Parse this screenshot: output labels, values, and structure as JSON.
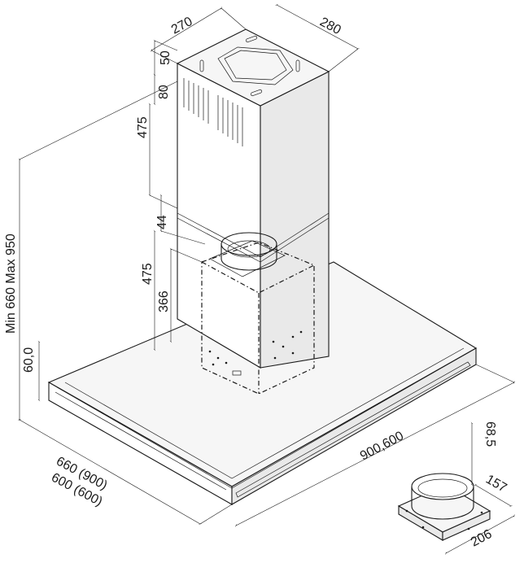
{
  "labels": {
    "d270": "270",
    "d280": "280",
    "d50": "50",
    "d80": "80",
    "d475_upper": "475",
    "d44": "44",
    "d475_lower": "475",
    "d366": "366",
    "height_range": "Min 660 Max 950",
    "d60": "60,0",
    "depth_a": "660 (900)",
    "depth_b": "600 (600)",
    "width": "900,600",
    "d68": "68,5",
    "d157": "157",
    "d206": "206"
  }
}
